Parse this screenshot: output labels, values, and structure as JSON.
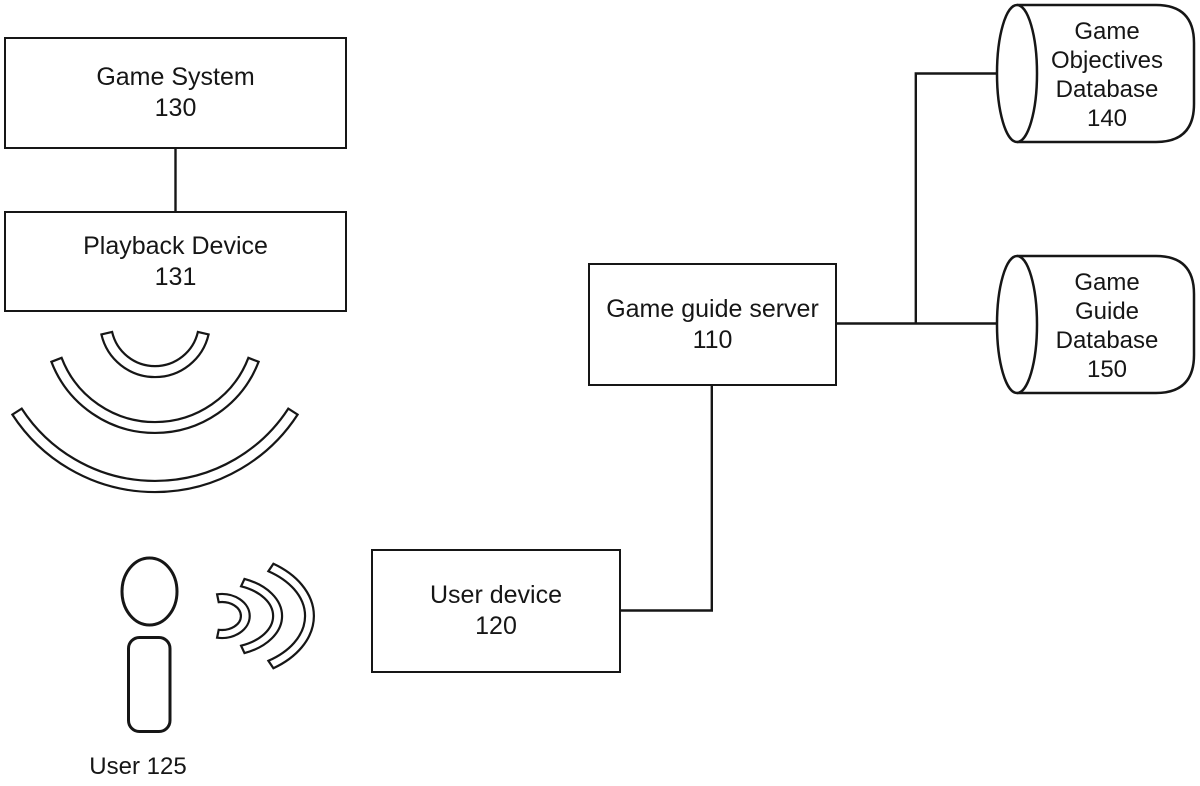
{
  "diagram": {
    "background_color": "#ffffff",
    "line_color": "#161616",
    "nodes": {
      "game_system": {
        "label": "Game System",
        "id": "130"
      },
      "playback_device": {
        "label": "Playback Device",
        "id": "131"
      },
      "game_guide_server": {
        "label": "Game guide server",
        "id": "110"
      },
      "user_device": {
        "label": "User device",
        "id": "120"
      },
      "game_objectives_database": {
        "label": "Game\nObjectives\nDatabase",
        "id": "140"
      },
      "game_guide_database": {
        "label": "Game\nGuide\nDatabase",
        "id": "150"
      },
      "user": {
        "caption": "User 125"
      }
    },
    "edges": [
      {
        "from": "game_system",
        "to": "playback_device"
      },
      {
        "from": "user_device",
        "to": "game_guide_server"
      },
      {
        "from": "game_guide_server",
        "to": "game_guide_database"
      },
      {
        "from": "game_guide_server",
        "to": "game_objectives_database"
      }
    ]
  }
}
